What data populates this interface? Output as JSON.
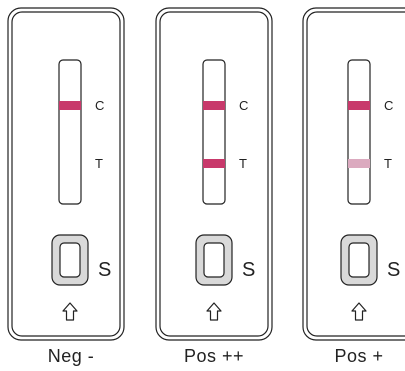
{
  "cassettes": [
    {
      "caption": "Neg -",
      "control_label": "C",
      "test_label": "T",
      "sample_label": "S",
      "control_line": true,
      "test_line": "none"
    },
    {
      "caption": "Pos ++",
      "control_label": "C",
      "test_label": "T",
      "sample_label": "S",
      "control_line": true,
      "test_line": "strong"
    },
    {
      "caption": "Pos +",
      "control_label": "C",
      "test_label": "T",
      "sample_label": "S",
      "control_line": true,
      "test_line": "faint"
    }
  ],
  "colors": {
    "line_strong": "#c8396b",
    "line_faint": "#dbaabf",
    "outline": "#222222",
    "sample_well_fill": "#d9d9d9"
  }
}
